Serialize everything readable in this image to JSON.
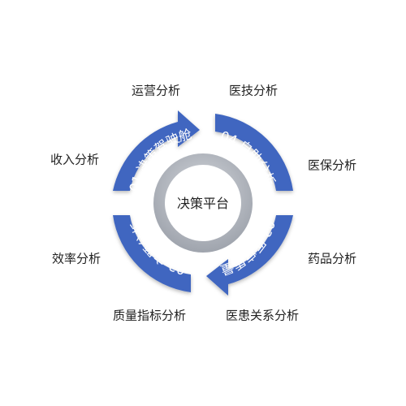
{
  "center": {
    "label": "决策平台"
  },
  "segments": [
    {
      "label": "01 决策驾驶舱"
    },
    {
      "label": "04 自助分析"
    },
    {
      "label": "02 主题分析"
    },
    {
      "label": "03 医疗质量"
    }
  ],
  "outer_labels": {
    "top_left": "运营分析",
    "top_right": "医技分析",
    "left_upper": "收入分析",
    "right_upper": "医保分析",
    "left_lower": "效率分析",
    "right_lower": "药品分析",
    "bottom_left": "质量指标分析",
    "bottom_right": "医患关系分析"
  },
  "colors": {
    "segment_fill": "#3f66c0",
    "inner_ring": "#b8bcc4",
    "text_dark": "#222222"
  }
}
